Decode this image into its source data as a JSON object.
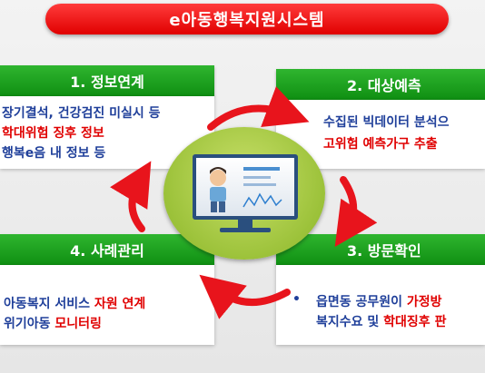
{
  "title": "e아동행복지원시스템",
  "panels": {
    "p1": {
      "header": "1. 정보연계",
      "lines": [
        {
          "text": "장기결석, 건강검진 미실시 등",
          "color": "blue"
        },
        {
          "text": "학대위험 징후 정보",
          "color": "red"
        },
        {
          "text": "행복e음 내 정보 등",
          "color": "blue"
        }
      ]
    },
    "p2": {
      "header": "2. 대상예측",
      "bullet": "•",
      "line1_a": "수집된 빅데이터 분석으",
      "line2_red": "고위험 예측가구 추출"
    },
    "p3": {
      "header": "3. 방문확인",
      "bullet": "•",
      "line1_a": "읍면동 공무원이 ",
      "line1_b": "가정방",
      "line2_a": "복지수요",
      "line2_b": " 및 ",
      "line2_c": "학대징후 판"
    },
    "p4": {
      "header": "4. 사례관리",
      "line1_a": "아동복지 서비스 ",
      "line1_b": "자원 연계",
      "line2_a": "위기아동 ",
      "line2_b": "모니터링"
    }
  },
  "colors": {
    "title_red": "#e00000",
    "header_green": "#1aa11d",
    "text_blue": "#1f3f9a",
    "text_red": "#e00000",
    "oval_green": "#9cc23a",
    "arrow_red": "#e8141c"
  },
  "icons": {
    "center": "monitor-with-child-icon",
    "cycle": "curved-red-arrow-icon"
  }
}
